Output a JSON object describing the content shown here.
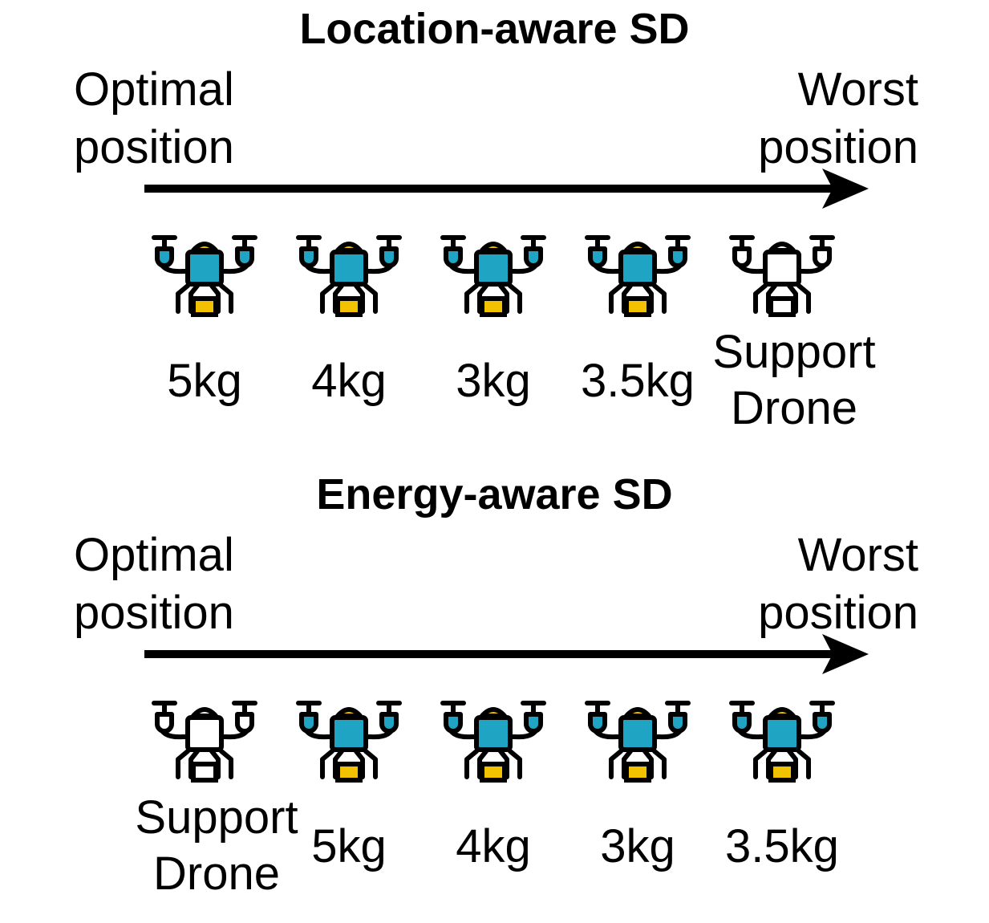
{
  "colors": {
    "drone_body": "#1fa4c3",
    "payload": "#f2c200",
    "outline": "#000000",
    "support_body": "#ffffff"
  },
  "panels": [
    {
      "title": "Location-aware SD",
      "left_label": [
        "Optimal",
        "position"
      ],
      "right_label": [
        "Worst",
        "position"
      ],
      "drones": [
        {
          "type": "delivery",
          "label": [
            "5kg"
          ],
          "icon": "delivery-drone-icon"
        },
        {
          "type": "delivery",
          "label": [
            "4kg"
          ],
          "icon": "delivery-drone-icon"
        },
        {
          "type": "delivery",
          "label": [
            "3kg"
          ],
          "icon": "delivery-drone-icon"
        },
        {
          "type": "delivery",
          "label": [
            "3.5kg"
          ],
          "icon": "delivery-drone-icon"
        },
        {
          "type": "support",
          "label": [
            "Support",
            "Drone"
          ],
          "icon": "support-drone-icon"
        }
      ]
    },
    {
      "title": "Energy-aware SD",
      "left_label": [
        "Optimal",
        "position"
      ],
      "right_label": [
        "Worst",
        "position"
      ],
      "drones": [
        {
          "type": "support",
          "label": [
            "Support",
            "Drone"
          ],
          "icon": "support-drone-icon"
        },
        {
          "type": "delivery",
          "label": [
            "5kg"
          ],
          "icon": "delivery-drone-icon"
        },
        {
          "type": "delivery",
          "label": [
            "4kg"
          ],
          "icon": "delivery-drone-icon"
        },
        {
          "type": "delivery",
          "label": [
            "3kg"
          ],
          "icon": "delivery-drone-icon"
        },
        {
          "type": "delivery",
          "label": [
            "3.5kg"
          ],
          "icon": "delivery-drone-icon"
        }
      ]
    }
  ]
}
